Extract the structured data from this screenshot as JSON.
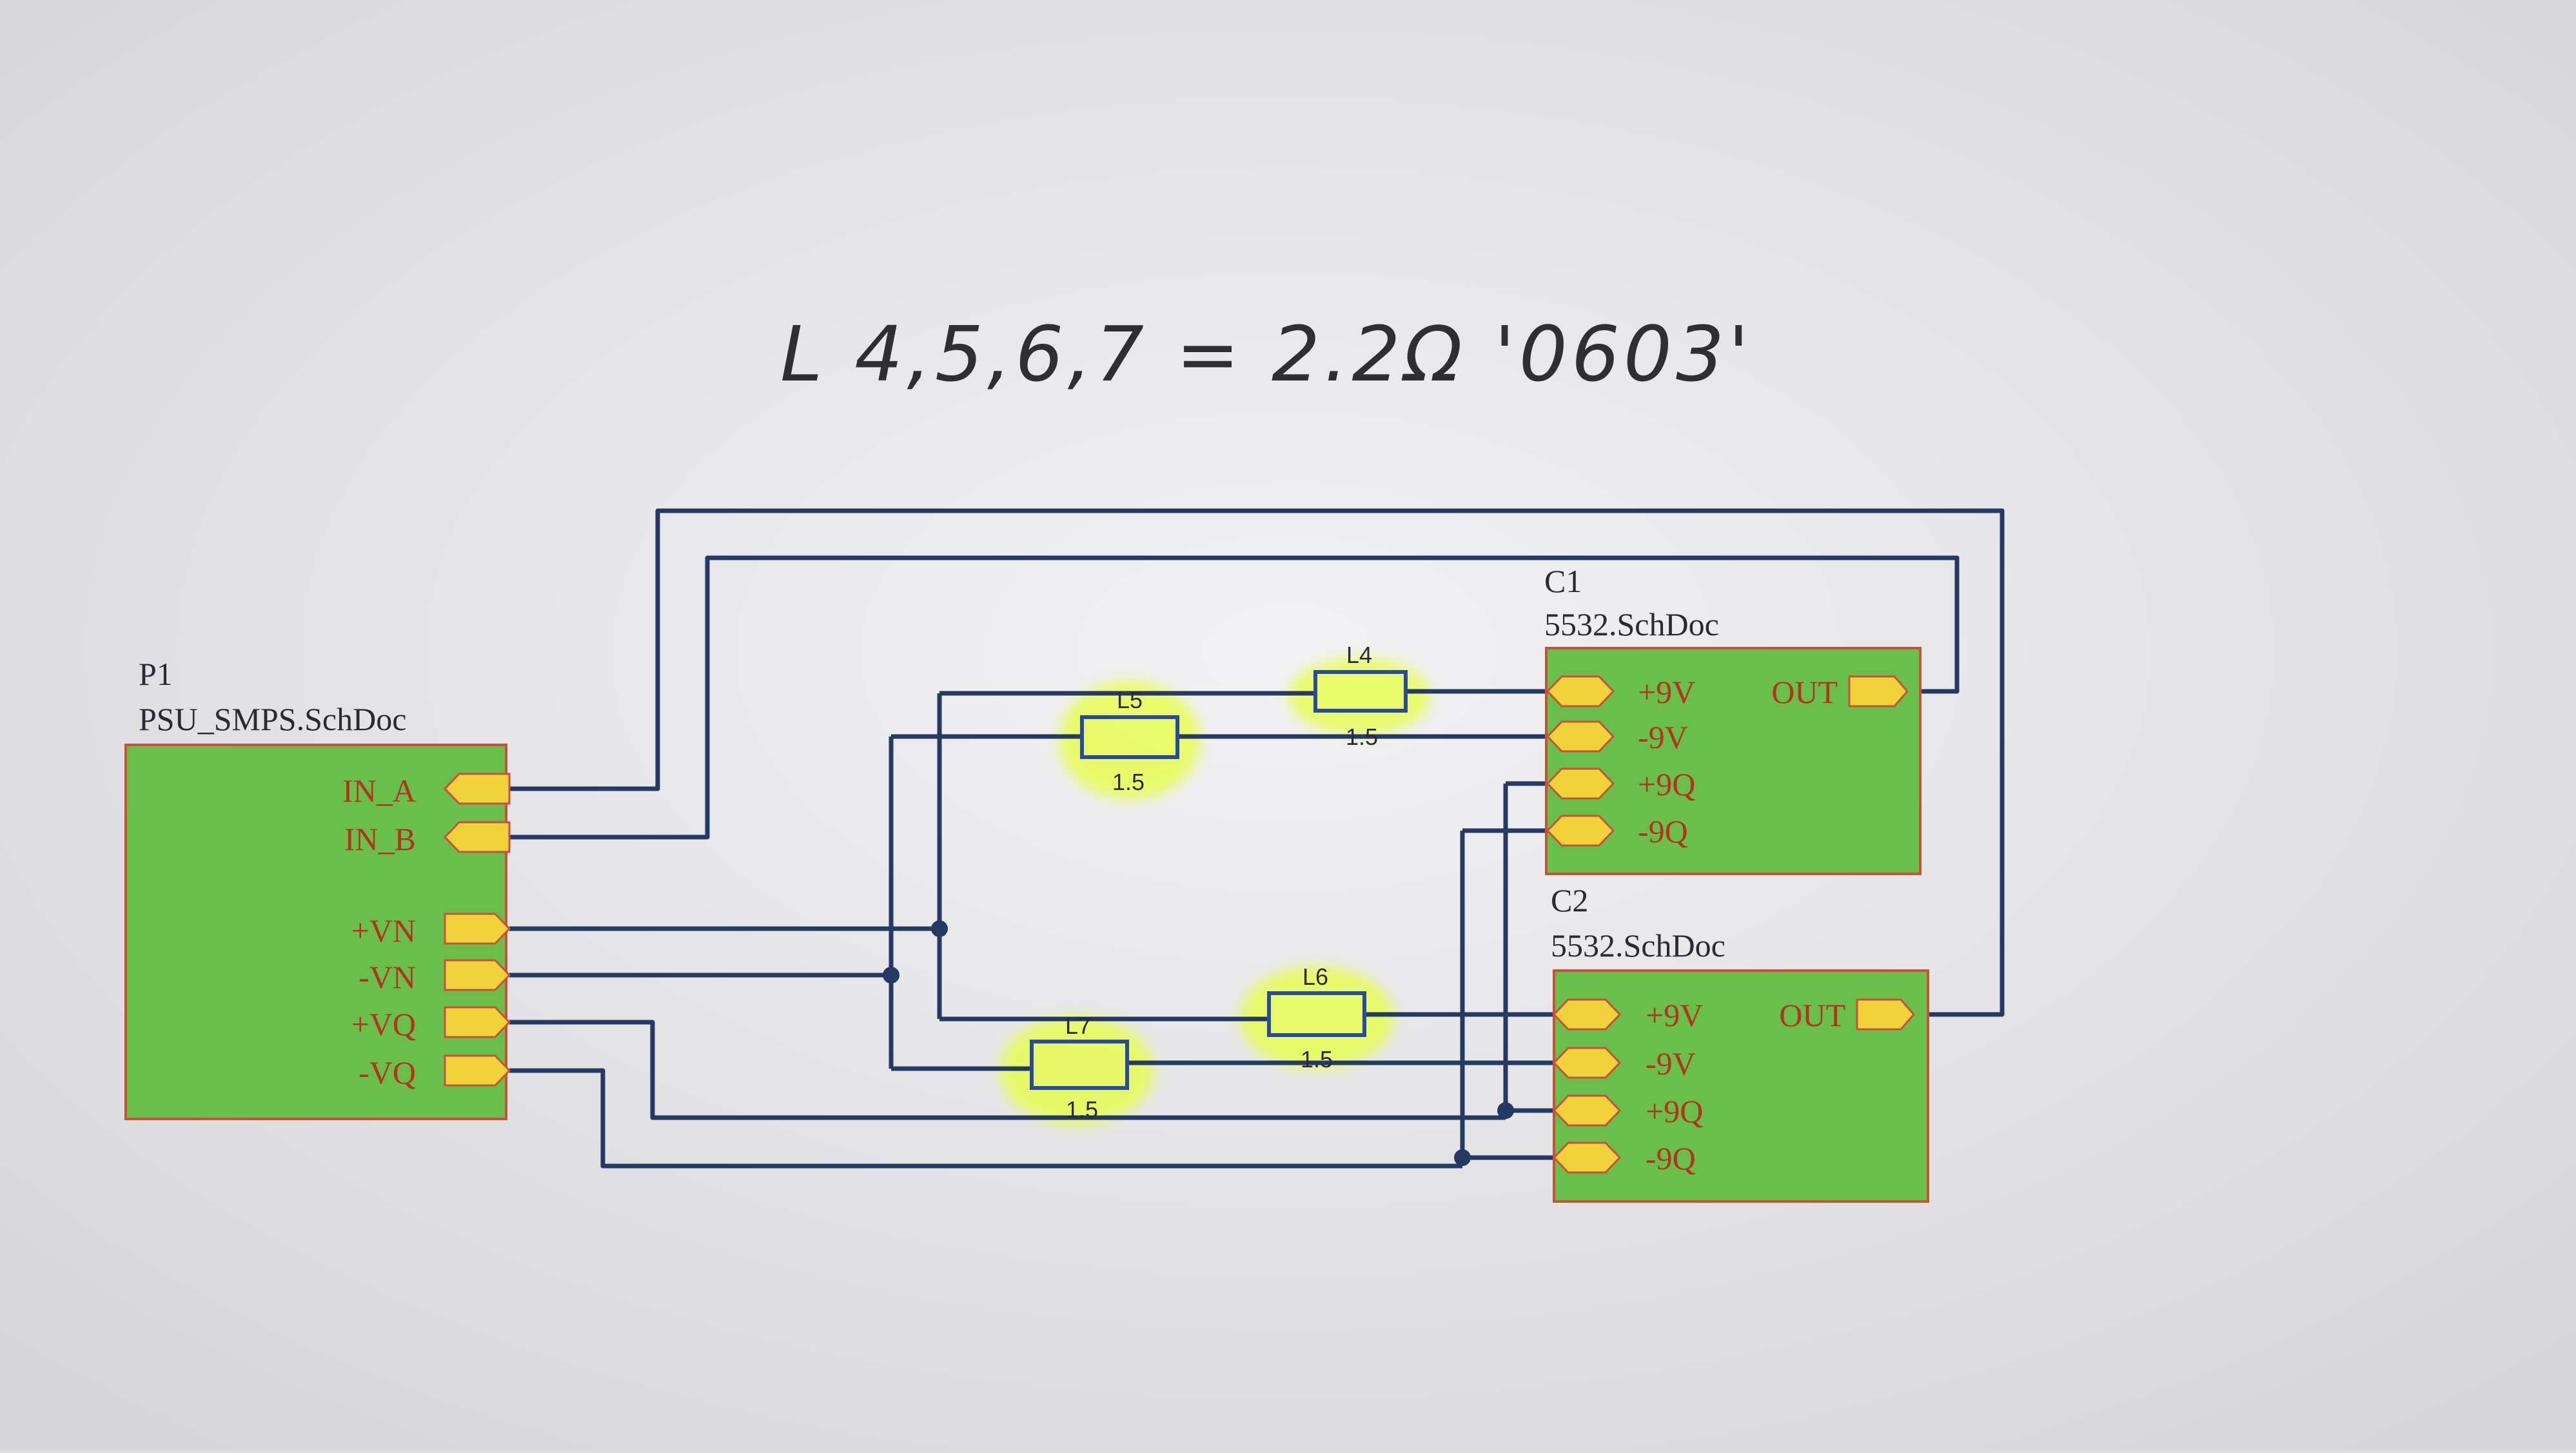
{
  "annotation": "L 4,5,6,7 = 2.2Ω '0603'",
  "sheets": {
    "p1": {
      "designator": "P1",
      "file": "PSU_SMPS.SchDoc",
      "ports": [
        "IN_A",
        "IN_B",
        "+VN",
        "-VN",
        "+VQ",
        "-VQ"
      ]
    },
    "c1": {
      "designator": "C1",
      "file": "5532.SchDoc",
      "ports": [
        "+9V",
        "-9V",
        "+9Q",
        "-9Q"
      ],
      "out": "OUT"
    },
    "c2": {
      "designator": "C2",
      "file": "5532.SchDoc",
      "ports": [
        "+9V",
        "-9V",
        "+9Q",
        "-9Q"
      ],
      "out": "OUT"
    }
  },
  "inductors": {
    "l4": {
      "designator": "L4",
      "value": "1.5"
    },
    "l5": {
      "designator": "L5",
      "value": "1.5"
    },
    "l6": {
      "designator": "L6",
      "value": "1.5"
    },
    "l7": {
      "designator": "L7",
      "value": "1.5"
    }
  },
  "colors": {
    "paper": "#ececee",
    "sheet_fill": "#6abf4b",
    "sheet_border": "#c8503c",
    "port_fill": "#f2d23a",
    "wire": "#243a64",
    "highlight": "#e6ff3c",
    "label_red": "#b4321e"
  }
}
